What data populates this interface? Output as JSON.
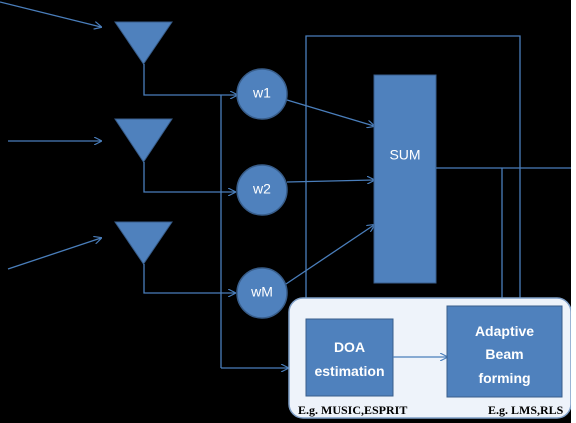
{
  "weights": [
    "w1",
    "w2",
    "wM"
  ],
  "sum_label": "SUM",
  "doa": {
    "line1": "DOA",
    "line2": "estimation",
    "caption": "E.g. MUSIC,ESPRIT"
  },
  "beam": {
    "line1": "Adaptive",
    "line2": "Beam",
    "line3": "forming",
    "caption": "E.g. LMS,RLS"
  },
  "colors": {
    "shape_fill": "#4f81bd",
    "shape_stroke": "#385d8a",
    "wire": "#4a7ebb",
    "panel_fill": "#eef3fa",
    "panel_stroke": "#7f9fc7"
  },
  "icons": [
    "antenna-icon",
    "arrow-icon"
  ]
}
